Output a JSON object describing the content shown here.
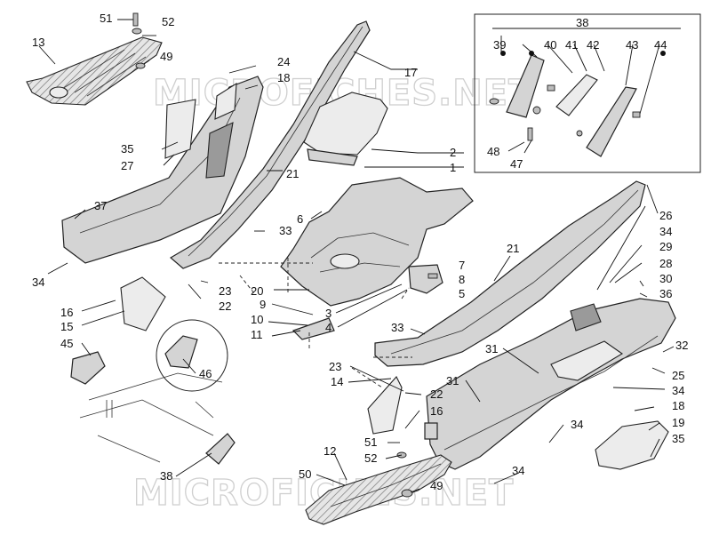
{
  "watermark": "MICROFICHES.NET",
  "labels": {
    "l51a": "51",
    "l52a": "52",
    "l13": "13",
    "l49a": "49",
    "l24": "24",
    "l18a": "18",
    "l17": "17",
    "l35a": "35",
    "l27": "27",
    "l21a": "21",
    "l2": "2",
    "l1": "1",
    "l37": "37",
    "l6": "6",
    "l33a": "33",
    "l34a": "34",
    "l21b": "21",
    "l26": "26",
    "l7": "7",
    "l8": "8",
    "l5": "5",
    "l34b": "34",
    "l29": "29",
    "l28": "28",
    "l30": "30",
    "l36": "36",
    "l20": "20",
    "l23a": "23",
    "l22a": "22",
    "l16a": "16",
    "l15": "15",
    "l9": "9",
    "l10": "10",
    "l11": "11",
    "l3": "3",
    "l4": "4",
    "l33b": "33",
    "l45": "45",
    "l46": "46",
    "l31a": "31",
    "l32": "32",
    "l25": "25",
    "l23b": "23",
    "l14": "14",
    "l22b": "22",
    "l31b": "31",
    "l34c": "34",
    "l16b": "16",
    "l18b": "18",
    "l19": "19",
    "l51b": "51",
    "l34d": "34",
    "l35b": "35",
    "l12": "12",
    "l52b": "52",
    "l38a": "38",
    "l50": "50",
    "l49b": "49",
    "l34e": "34",
    "k38": "38",
    "k39": "39",
    "k40": "40",
    "k41": "41",
    "k42": "42",
    "k43": "43",
    "k44": "44",
    "k48": "48",
    "k47": "47"
  }
}
